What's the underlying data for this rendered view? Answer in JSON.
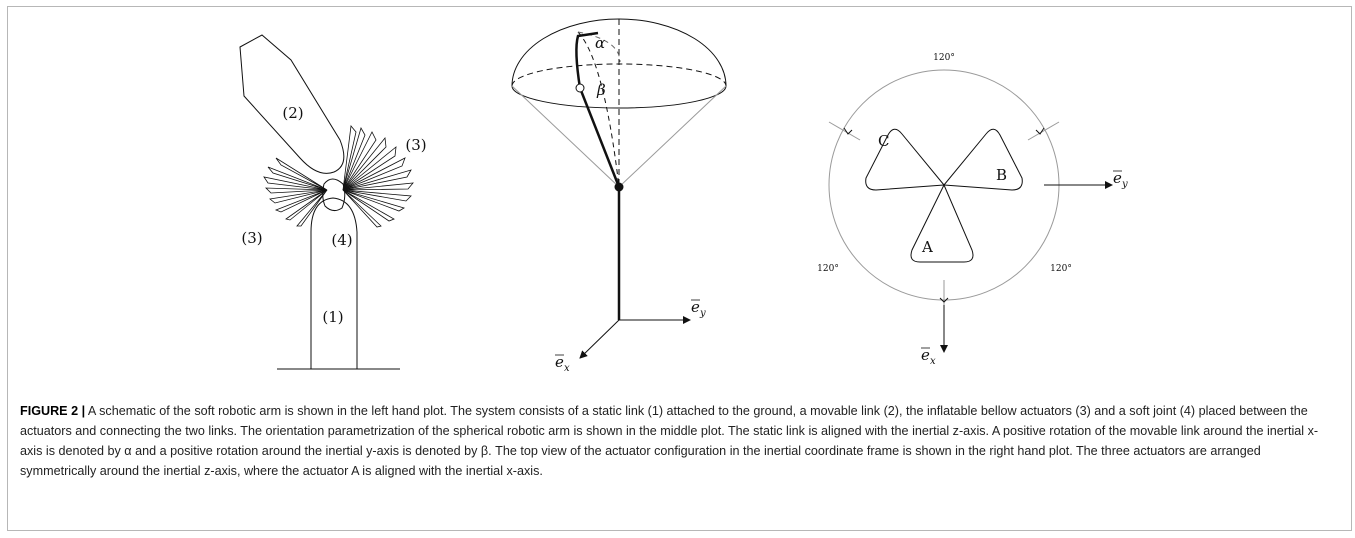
{
  "figure": {
    "left_panel": {
      "labels": {
        "static_link": "(1)",
        "movable_link": "(2)",
        "actuators_right": "(3)",
        "actuators_left": "(3)",
        "soft_joint": "(4)"
      }
    },
    "middle_panel": {
      "labels": {
        "alpha": "α",
        "beta": "β",
        "ey": "y",
        "ex": "x",
        "e": "e"
      }
    },
    "right_panel": {
      "labels": {
        "angle_top": "120°",
        "angle_left": "120°",
        "angle_right": "120°",
        "actuator_a": "A",
        "actuator_b": "B",
        "actuator_c": "C",
        "ey": "y",
        "ex": "x",
        "e": "e"
      }
    }
  },
  "caption": {
    "label": "FIGURE 2 |",
    "text": " A schematic of the soft robotic arm is shown in the left hand plot. The system consists of a static link (1) attached to the ground, a movable link (2), the inflatable bellow actuators (3) and a soft joint (4) placed between the actuators and connecting the two links. The orientation parametrization of the spherical robotic arm is shown in the middle plot. The static link is aligned with the inertial z-axis. A positive rotation of the movable link around the inertial x-axis is denoted by α and a positive rotation around the inertial y-axis is denoted by β. The top view of the actuator configuration in the inertial coordinate frame is shown in the right hand plot. The three actuators are arranged symmetrically around the inertial z-axis, where the actuator A is aligned with the inertial x-axis."
  }
}
